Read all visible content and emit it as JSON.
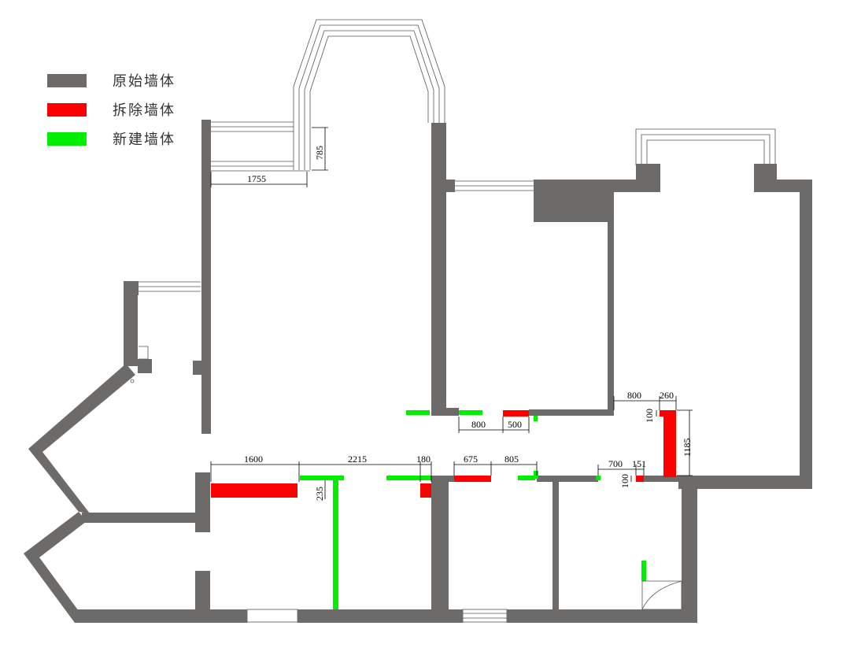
{
  "legend": {
    "original_wall": {
      "label": "原始墙体",
      "color": "#6d6b69"
    },
    "demolished_wall": {
      "label": "拆除墙体",
      "color": "#ff0000"
    },
    "new_wall": {
      "label": "新建墙体",
      "color": "#00ee00"
    }
  },
  "dimensions": {
    "balcony_width": "1755",
    "balcony_depth": "785",
    "d800_right": "800",
    "d260": "260",
    "d100_upper": "100",
    "d1185": "1185",
    "d800_mid": "800",
    "d500": "500",
    "d1600": "1600",
    "d2215": "2215",
    "d180": "180",
    "d675": "675",
    "d805": "805",
    "d700": "700",
    "d151": "151",
    "d100_lower": "100",
    "d235": "235"
  }
}
